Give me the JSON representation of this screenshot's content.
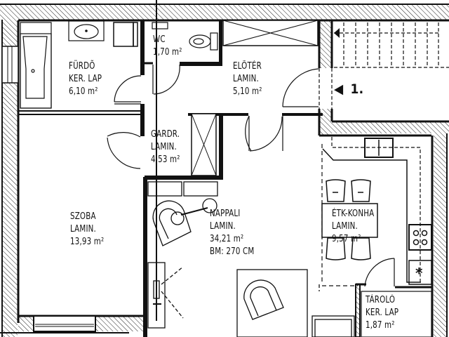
{
  "plan": {
    "type": "floor-plan",
    "colors": {
      "ink": "#111111",
      "background": "#ffffff",
      "hatch": "#222222"
    },
    "rooms": [
      {
        "id": "furdo",
        "name": "FÜRDÕ",
        "floor": "KER. LAP",
        "area": "6,10 m²"
      },
      {
        "id": "wc",
        "name": "WC",
        "floor": "",
        "area": "1,70 m²"
      },
      {
        "id": "eloter",
        "name": "ELÕTÉR",
        "floor": "LAMIN.",
        "area": "5,10 m²"
      },
      {
        "id": "gardr",
        "name": "GARDR.",
        "floor": "LAMIN.",
        "area": "4,53 m²"
      },
      {
        "id": "szoba",
        "name": "SZOBA",
        "floor": "LAMIN.",
        "area": "13,93 m²"
      },
      {
        "id": "nappali",
        "name": "NAPPALI",
        "floor": "LAMIN.",
        "area": "34,21 m²",
        "height": "BM: 270 CM"
      },
      {
        "id": "etk-konha",
        "name": "ÉTK-KONHA",
        "floor": "LAMIN.",
        "area": "9,57 m²"
      },
      {
        "id": "tarolo",
        "name": "TÁROLÓ",
        "floor": "KER. LAP",
        "area": "1,87 m²"
      }
    ],
    "entrance_marker": {
      "symbol": "◀",
      "label": "1."
    }
  }
}
